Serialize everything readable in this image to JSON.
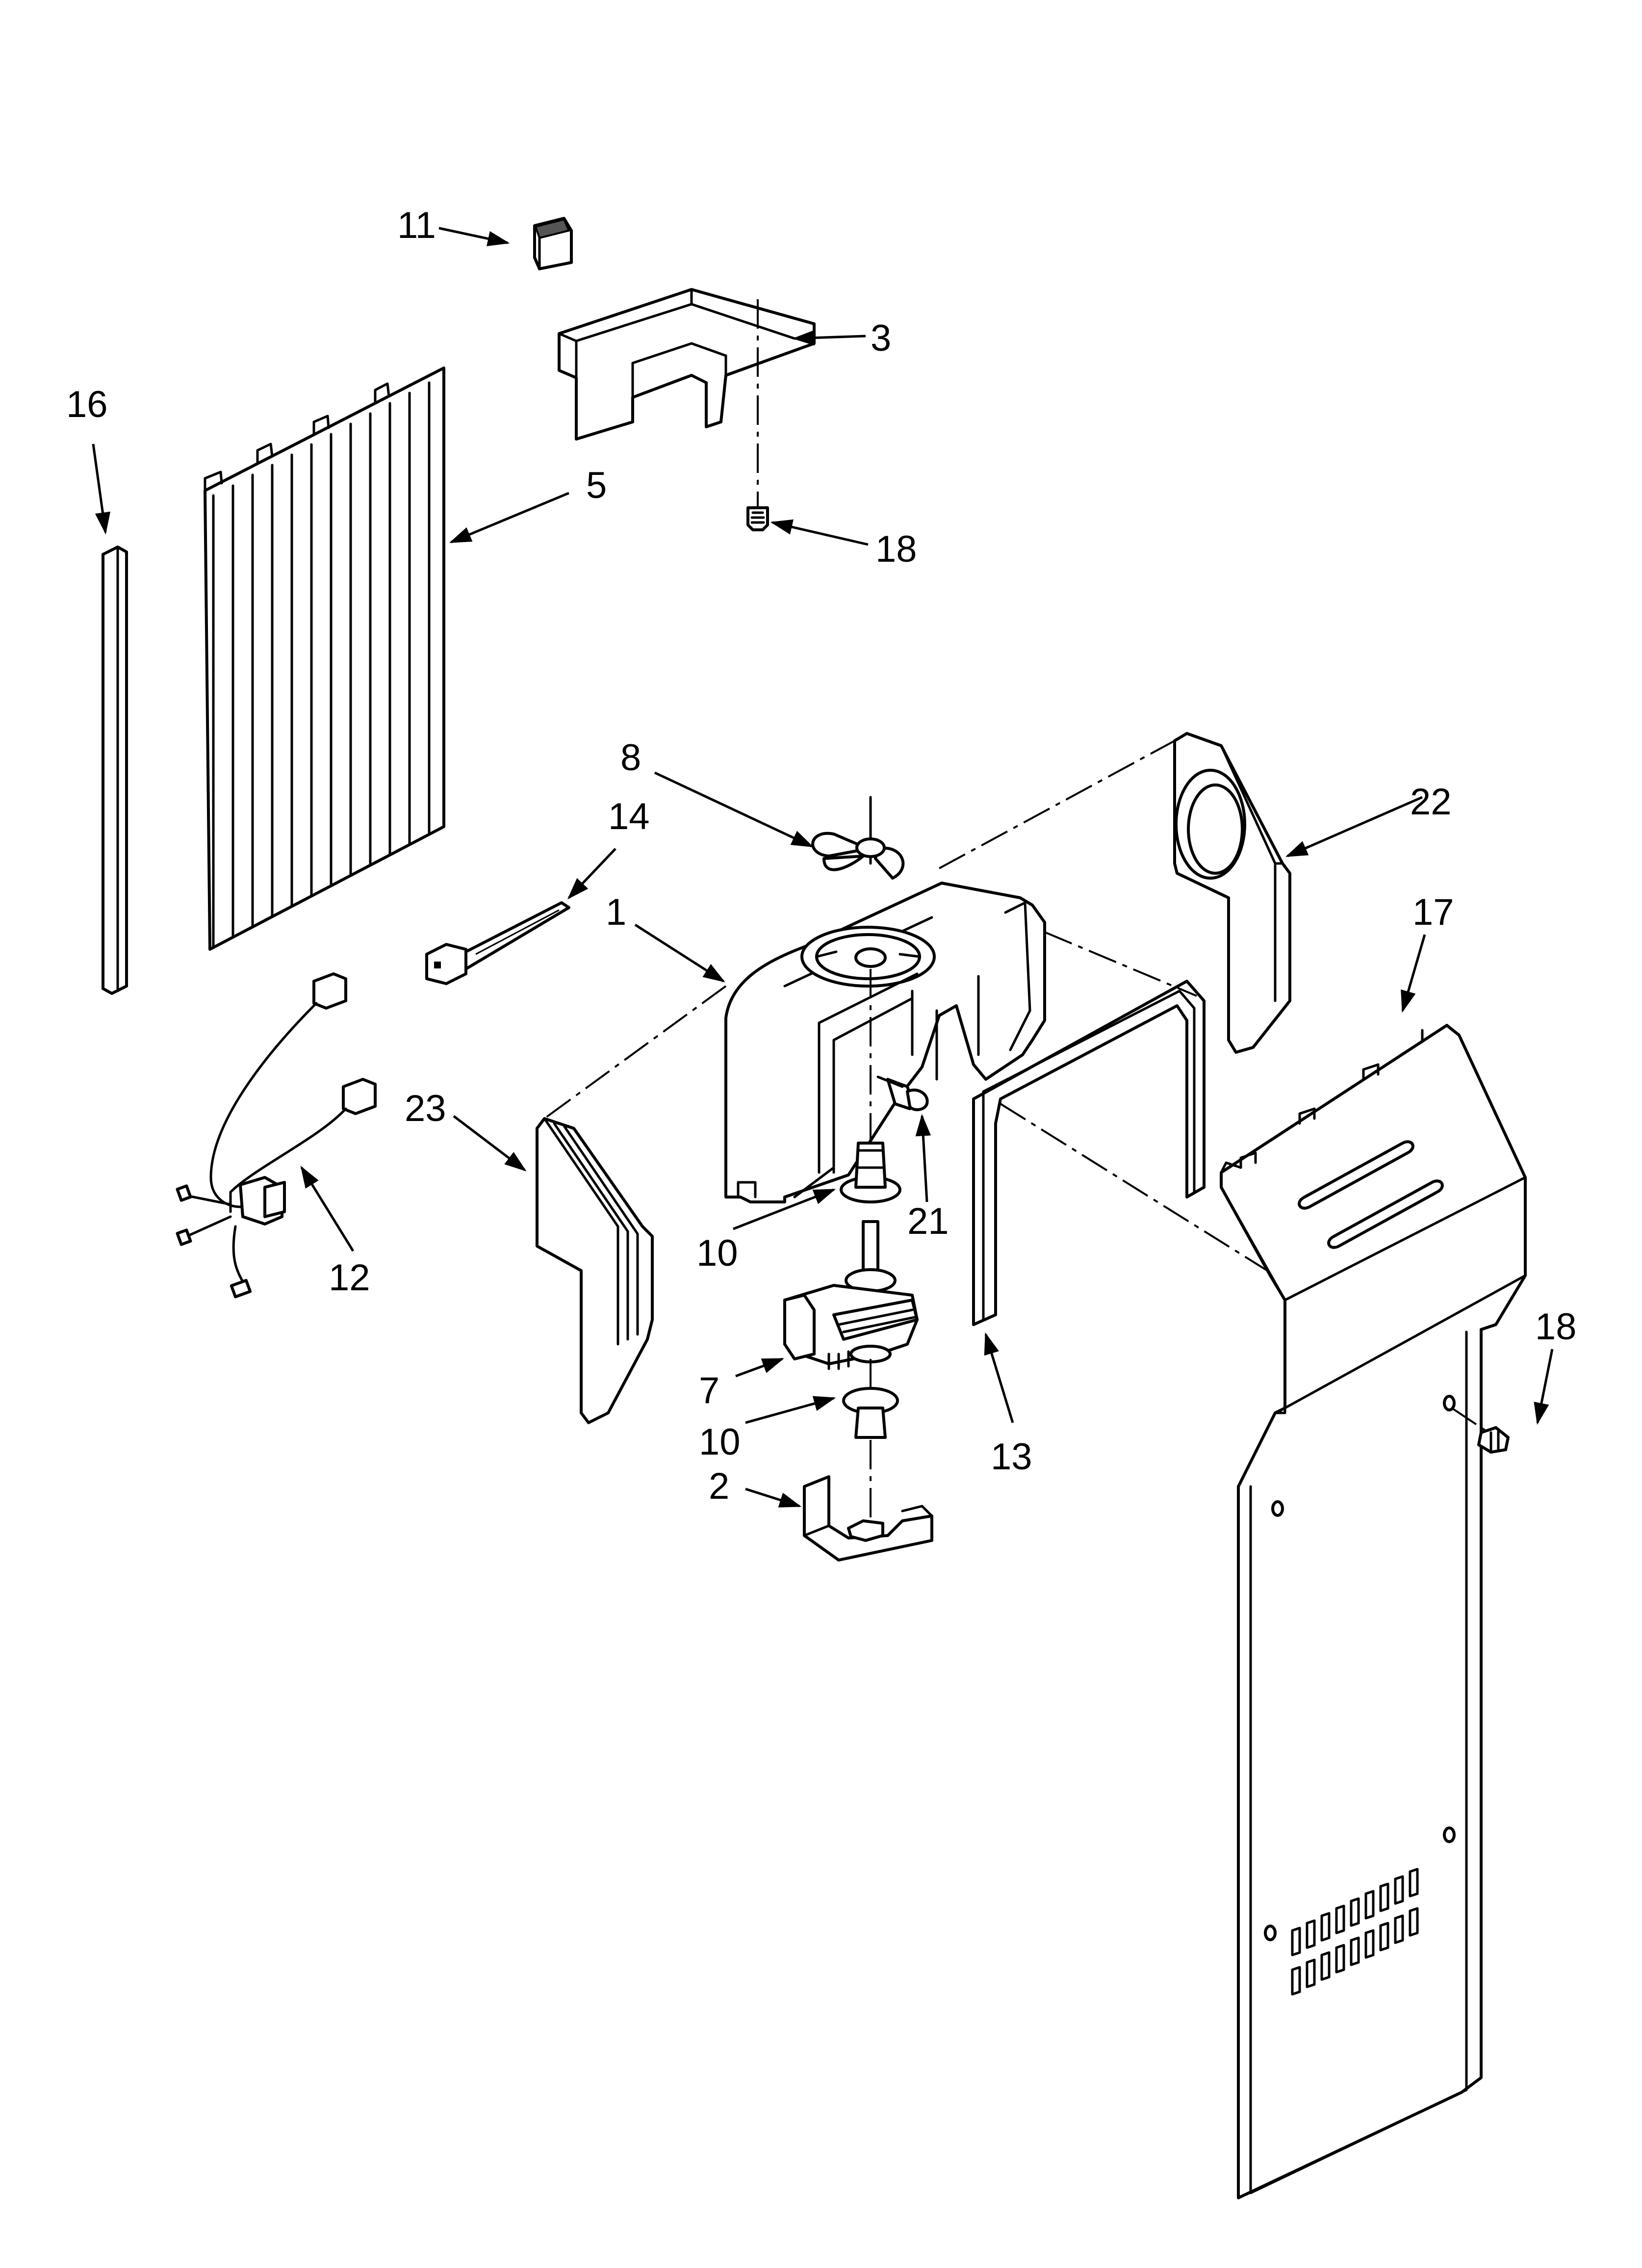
{
  "callouts": {
    "c1": "1",
    "c2": "2",
    "c3": "3",
    "c5": "5",
    "c7": "7",
    "c8": "8",
    "c10a": "10",
    "c10b": "10",
    "c11": "11",
    "c12": "12",
    "c13": "13",
    "c14": "14",
    "c16": "16",
    "c17": "17",
    "c18a": "18",
    "c18b": "18",
    "c21": "21",
    "c22": "22",
    "c23": "23"
  }
}
